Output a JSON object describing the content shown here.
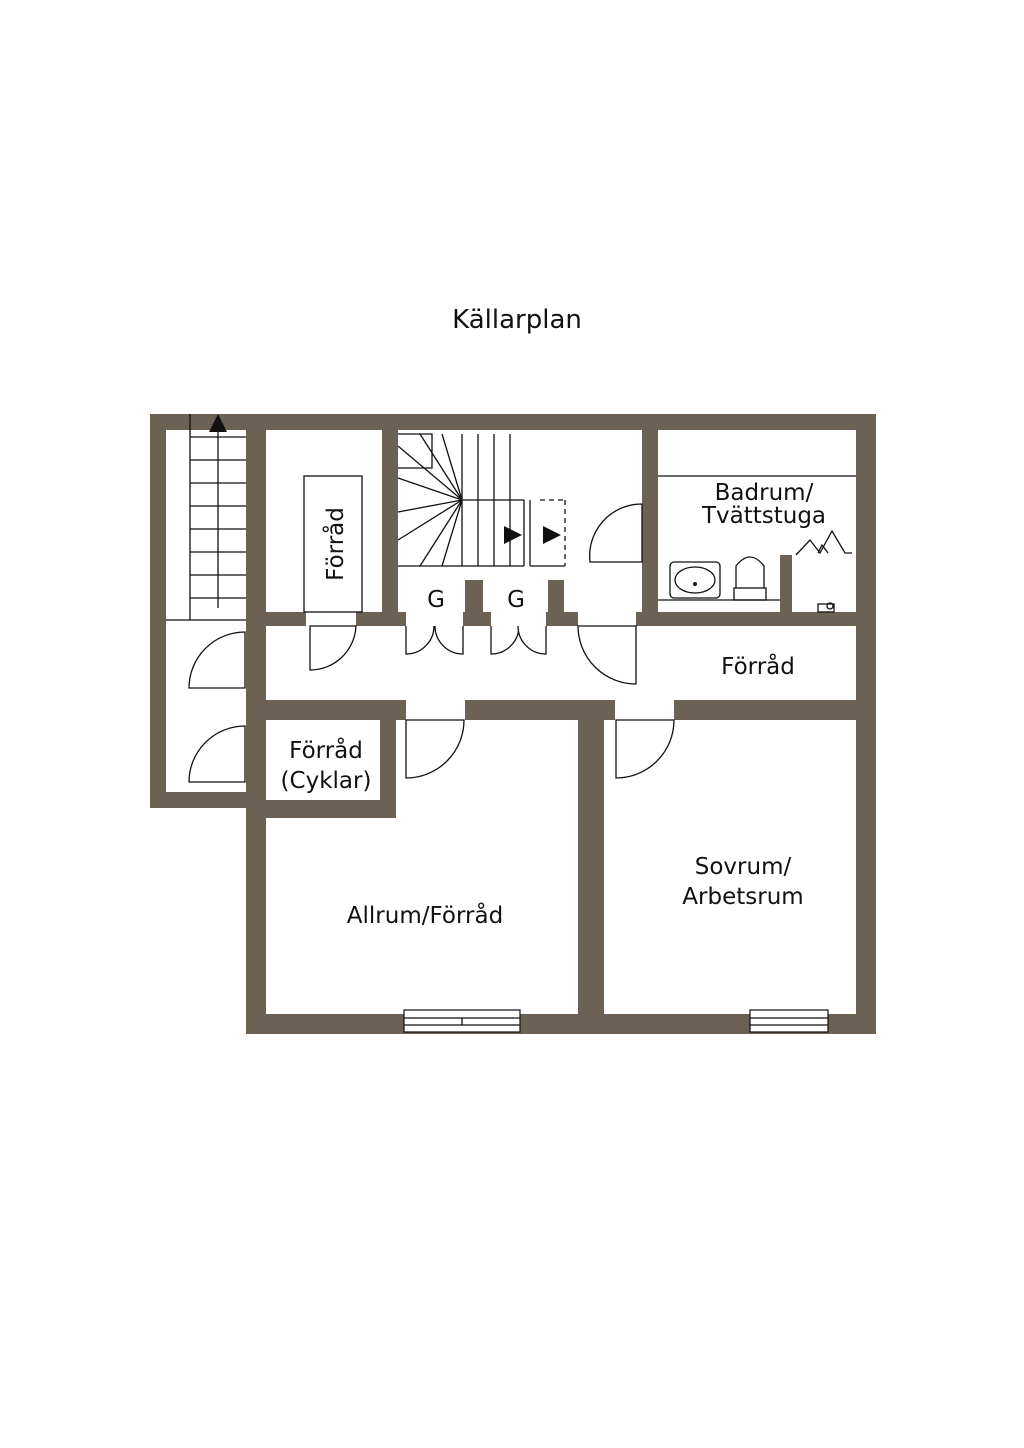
{
  "title": "Källarplan",
  "colors": {
    "wall": "#6b6255",
    "line": "#111111",
    "background": "#ffffff"
  },
  "rooms": {
    "storage_top_left": "Förråd",
    "closet_1": "G",
    "closet_2": "G",
    "bathroom_line1": "Badrum/",
    "bathroom_line2": "Tvättstuga",
    "storage_right": "Förråd",
    "bike_storage_line1": "Förråd",
    "bike_storage_line2": "(Cyklar)",
    "family_room": "Allrum/Förråd",
    "bedroom_line1": "Sovrum/",
    "bedroom_line2": "Arbetsrum"
  },
  "icons": [
    "stair-up-arrow-icon",
    "stair-direction-arrow-icon",
    "sink-icon",
    "toilet-icon",
    "washer-icon"
  ]
}
